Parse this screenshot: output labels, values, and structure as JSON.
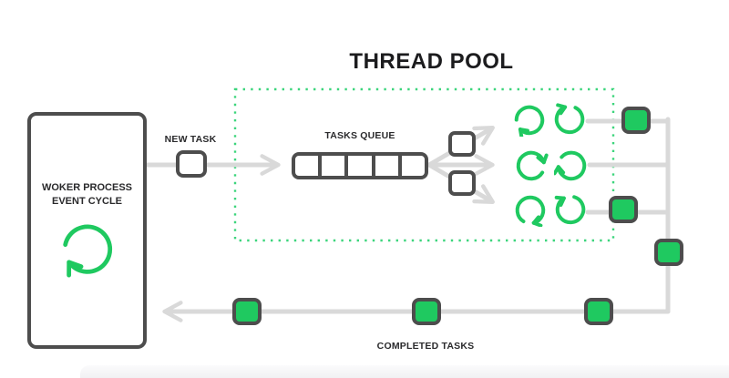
{
  "diagram": {
    "title": "THREAD POOL",
    "worker_box": {
      "line1": "WOKER PROCESS",
      "line2": "EVENT CYCLE"
    },
    "labels": {
      "new_task": "NEW TASK",
      "tasks_queue": "TASKS QUEUE",
      "completed_tasks": "COMPLETED TASKS"
    },
    "queue_cell_count": 5,
    "thread_count": 6,
    "pending_task_count": 2,
    "completed_square_count": 6,
    "icons": {
      "cycle": "cycle-arrow-icon",
      "arrowhead": "arrowhead-icon"
    }
  },
  "colors": {
    "green": "#1fc960",
    "dots": "#3cd57c",
    "dark": "#4d4d4d",
    "gray": "#d9d9d9",
    "bg": "#ffffff",
    "text": "#1c1c1e",
    "strip": "#f2f2f4"
  }
}
